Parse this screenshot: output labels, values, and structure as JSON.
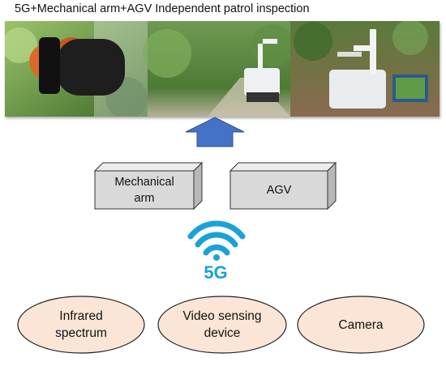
{
  "title": "5G+Mechanical arm+AGV Independent patrol inspection",
  "photos": [
    {
      "name": "fruit-closeup-photo"
    },
    {
      "name": "agv-in-orchard-photo"
    },
    {
      "name": "arm-inspection-photo"
    }
  ],
  "boxes": {
    "mechanical_arm": "Mechanical\narm",
    "agv": "AGV"
  },
  "network_label": "5G",
  "sensors": {
    "infrared": "Infrared\nspectrum",
    "video": "Video sensing\ndevice",
    "camera": "Camera"
  },
  "colors": {
    "arrow": "#4472c4",
    "box_front": "#d9d9d9",
    "box_top": "#ededed",
    "box_side": "#b8b8b8",
    "ellipse_fill": "#fbe5d6",
    "wifi": "#1aa2d8"
  }
}
